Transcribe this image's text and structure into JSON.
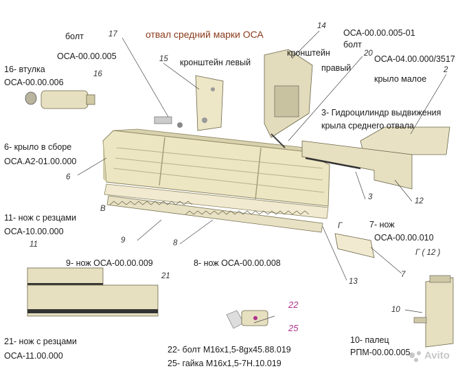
{
  "title": "отвал средний марки ОСА",
  "labels": {
    "bolt_top": "болт",
    "bolt_top_code": "ОСА-00.00.005",
    "item16": "16- втулка",
    "item16_code": "ОСА-00.00.006",
    "bracket_left": "кронштейн левый",
    "bracket": "кронштейн",
    "bracket_right": "правый",
    "code_005_01": "ОСА-00.00.005-01",
    "bolt_right": "болт",
    "code_3517": "ОСА-04.00.000/3517",
    "wing_small": "крыло малое",
    "item3_line1": "3- Гидроцилиндр выдвижения",
    "item3_line2": "крыла среднего отвала",
    "item6": "6- крыло в сборе",
    "item6_code": "ОСА.А2-01.00.000",
    "item11": "11- нож с резцами",
    "item11_code": "ОСА-10.00.000",
    "item7": "7- нож",
    "item7_code": "ОСА-00.00.010",
    "item9": "9- нож ОСА-00.00.009",
    "item8": "8- нож ОСА-00.00.008",
    "item21": "21- нож с резцами",
    "item21_code": "ОСА-11.00.000",
    "item22": "22- болт М16х1,5-8gх45.88.019",
    "item25": "25- гайка  М16х1,5-7Н.10.019",
    "item10": "10- палец",
    "item10_code": "РПМ-00.00.005"
  },
  "callouts": {
    "n17": "17",
    "n16": "16",
    "n15": "15",
    "n14": "14",
    "n20": "20",
    "n2": "2",
    "n6": "6",
    "n12": "12",
    "n3": "3",
    "n9": "9",
    "n8": "8",
    "n13": "13",
    "n7": "7",
    "n10": "10",
    "n11": "11",
    "n21": "21",
    "n22": "22",
    "n25": "25",
    "b_mark": "В",
    "g_mark": "Г",
    "g12": "Г ( 12 )"
  },
  "watermark": "Avito"
}
